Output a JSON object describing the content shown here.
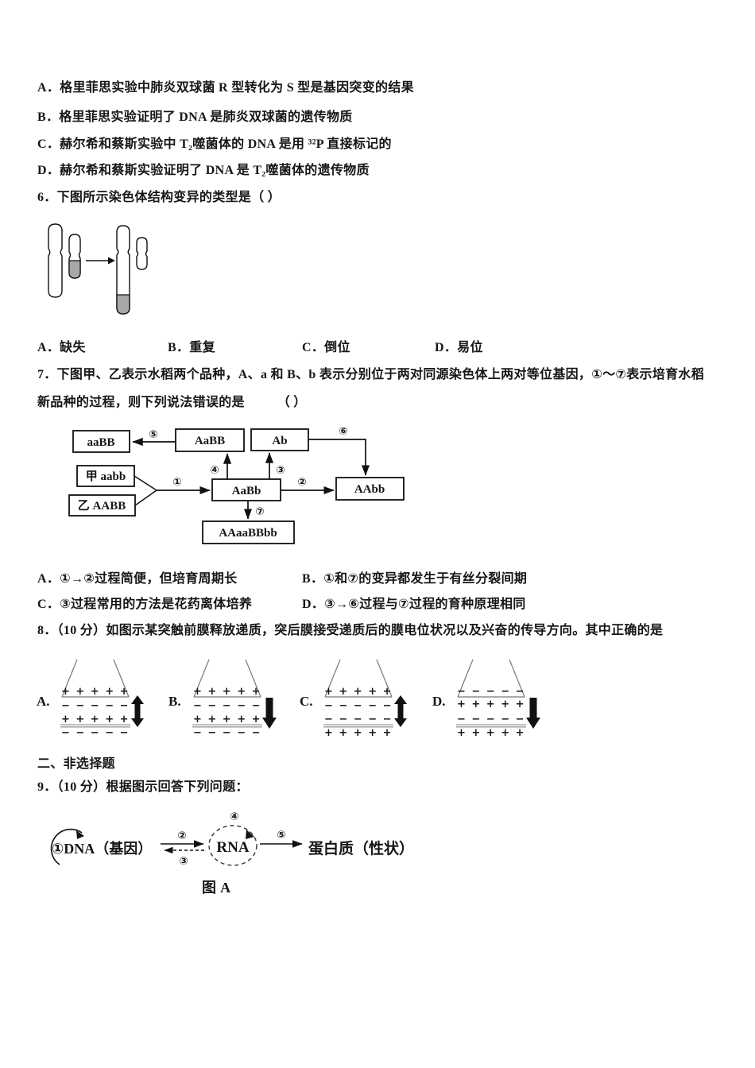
{
  "q5": {
    "options": {
      "a": "A．格里菲思实验中肺炎双球菌 R 型转化为 S 型是基因突变的结果",
      "b": "B．格里菲思实验证明了 DNA 是肺炎双球菌的遗传物质",
      "c": "C．赫尔希和蔡斯实验中 T₂噬菌体的 DNA 是用 ³²P 直接标记的",
      "d": "D．赫尔希和蔡斯实验证明了 DNA 是 T₂噬菌体的遗传物质"
    }
  },
  "q6": {
    "stem": "6．下图所示染色体结构变异的类型是（ ）",
    "diagram": {
      "type": "chromosome-translocation",
      "segment_gray": "#a8a8a8"
    },
    "options": {
      "a": "A．缺失",
      "b": "B．重复",
      "c": "C．倒位",
      "d": "D．易位"
    }
  },
  "q7": {
    "stem1": "7．下图甲、乙表示水稻两个品种，A、a 和 B、b 表示分别位于两对同源染色体上两对等位基因，①～⑦表示培育水稻",
    "stem2": "新品种的过程，则下列说法错误的是　　　（ ）",
    "flowchart": {
      "boxes": {
        "aaBB": "aaBB",
        "AaBB": "AaBB",
        "Ab": "Ab",
        "jia": "甲 aabb",
        "yi": "乙 AABB",
        "AaBb": "AaBb",
        "AAbb": "AAbb",
        "poly": "AAaaBBbb"
      },
      "labels": {
        "n1": "①",
        "n2": "②",
        "n3": "③",
        "n4": "④",
        "n5": "⑤",
        "n6": "⑥",
        "n7": "⑦"
      }
    },
    "options": {
      "a": "A．①→②过程简便，但培育周期长",
      "b": "B．①和⑦的变异都发生于有丝分裂间期",
      "c": "C．③过程常用的方法是花药离体培养",
      "d": "D．③→⑥过程与⑦过程的育种原理相同"
    }
  },
  "q8": {
    "stem": "8．（10 分）如图示某突触前膜释放递质，突后膜接受递质后的膜电位状况以及兴奋的传导方向。其中正确的是",
    "diagrams": [
      {
        "label": "A.",
        "row1": "+ + + + +",
        "row2": "− − − − −",
        "row3": "+ + + + +",
        "row4": "− − − − −",
        "arrow": "double-vertical"
      },
      {
        "label": "B.",
        "row1": "+ + + + +",
        "row2": "− − − − −",
        "row3": "+ + + + +",
        "row4": "− − − − −",
        "arrow": "down"
      },
      {
        "label": "C.",
        "row1": "+ + + + +",
        "row2": "− − − − −",
        "row3": "− − − − −",
        "row4": "+ + + + +",
        "arrow": "double-vertical"
      },
      {
        "label": "D.",
        "row1": "− − − − −",
        "row2": "+ + + + +",
        "row3": "− − − − −",
        "row4": "+ + + + +",
        "arrow": "down"
      }
    ]
  },
  "section2": {
    "title": "二、非选择题"
  },
  "q9": {
    "stem": "9．（10 分）根据图示回答下列问题：",
    "diagram": {
      "dna": "①DNA（基因）",
      "n2": "②",
      "n3": "③",
      "n4": "④",
      "n5": "⑤",
      "rna": "RNA",
      "protein": "蛋白质（性状）",
      "caption": "图 A"
    }
  }
}
